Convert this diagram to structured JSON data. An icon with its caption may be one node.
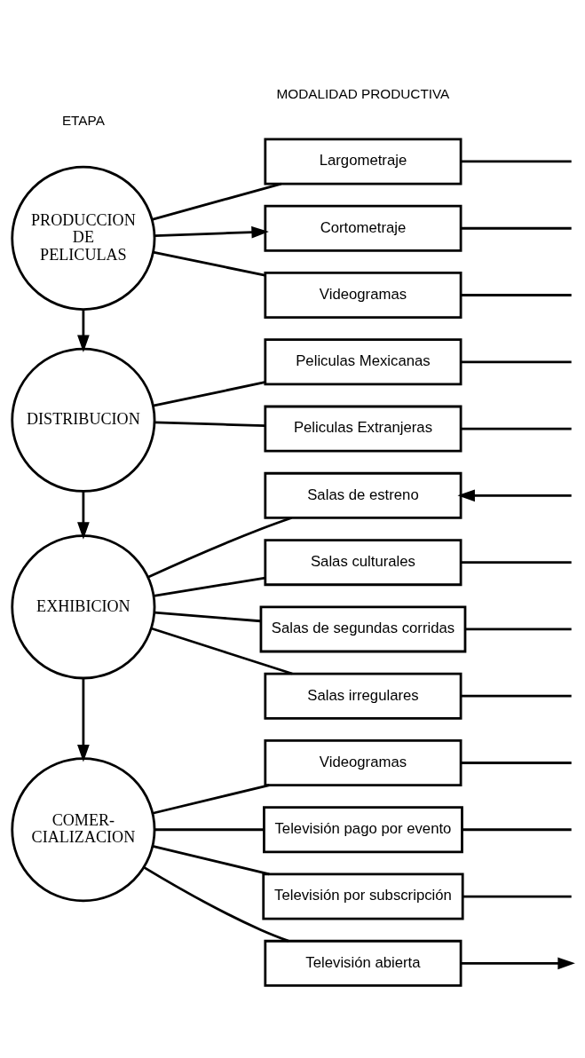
{
  "diagram": {
    "nodes": [
      {
        "text": [
          "PRODUCCION DE PELICULAS"
        ]
      },
      {
        "text": [
          "DISTRIBUCION"
        ]
      },
      {
        "text": [
          "EXHIBICION"
        ]
      },
      {
        "text": [
          "COMER- CIALIZACION"
        ]
      },
      {
        "text": [
          "Largometraje"
        ]
      },
      {
        "text": [
          "Cortometraje"
        ]
      },
      {
        "text": [
          "Videogramas"
        ]
      },
      {
        "text": [
          "Peliculas Mexicanas"
        ]
      },
      {
        "text": [
          "Peliculas Extranjeras"
        ]
      },
      {
        "text": [
          "Salas de estreno"
        ]
      },
      {
        "text": [
          "Salas culturales"
        ]
      },
      {
        "text": [
          "Salas de segundas corridas"
        ]
      },
      {
        "text": [
          "Salas irregulares"
        ]
      },
      {
        "text": [
          "Videogramas"
        ]
      },
      {
        "text": [
          "Televisión pago por evento"
        ]
      },
      {
        "text": [
          "Televisión por subscripción"
        ]
      },
      {
        "text": [
          "Televisión abierta"
        ]
      }
    ],
    "edges": [
      {
        "from": 0,
        "to": 1,
        "arrow": "to"
      },
      {
        "from": 1,
        "to": 2,
        "arrow": "to"
      },
      {
        "from": 2,
        "to": 3,
        "arrow": "to"
      },
      {
        "from": 0,
        "to": 4,
        "arrow": "none"
      },
      {
        "from": 0,
        "to": 5,
        "arrow": "to"
      },
      {
        "from": 0,
        "to": 6,
        "arrow": "none"
      },
      {
        "from": 1,
        "to": 7,
        "arrow": "none"
      },
      {
        "from": 1,
        "to": 8,
        "arrow": "none"
      },
      {
        "from": 2,
        "to": 9,
        "arrow": "none"
      },
      {
        "from": 2,
        "to": 10,
        "arrow": "none"
      },
      {
        "from": 2,
        "to": 11,
        "arrow": "none"
      },
      {
        "from": 2,
        "to": 12,
        "arrow": "none"
      },
      {
        "from": 3,
        "to": 13,
        "arrow": "none"
      },
      {
        "from": 3,
        "to": 14,
        "arrow": "none"
      },
      {
        "from": 3,
        "to": 15,
        "arrow": "none"
      },
      {
        "from": 3,
        "to": 16,
        "arrow": "none"
      },
      {
        "from": 4,
        "to": null,
        "arrow": "none"
      },
      {
        "from": 5,
        "to": null,
        "arrow": "none"
      },
      {
        "from": 6,
        "to": null,
        "arrow": "none"
      },
      {
        "from": 7,
        "to": null,
        "arrow": "none"
      },
      {
        "from": 8,
        "to": null,
        "arrow": "none"
      },
      {
        "from": null,
        "to": 9,
        "arrow": "to"
      },
      {
        "from": 10,
        "to": null,
        "arrow": "none"
      },
      {
        "from": 11,
        "to": null,
        "arrow": "none"
      },
      {
        "from": 12,
        "to": null,
        "arrow": "none"
      },
      {
        "from": 13,
        "to": null,
        "arrow": "none"
      },
      {
        "from": 14,
        "to": null,
        "arrow": "none"
      },
      {
        "from": 15,
        "to": null,
        "arrow": "none"
      },
      {
        "from": 16,
        "to": null,
        "arrow": "to"
      }
    ],
    "labels": [
      "ETAPA",
      "MODALIDAD PRODUCTIVA"
    ]
  }
}
